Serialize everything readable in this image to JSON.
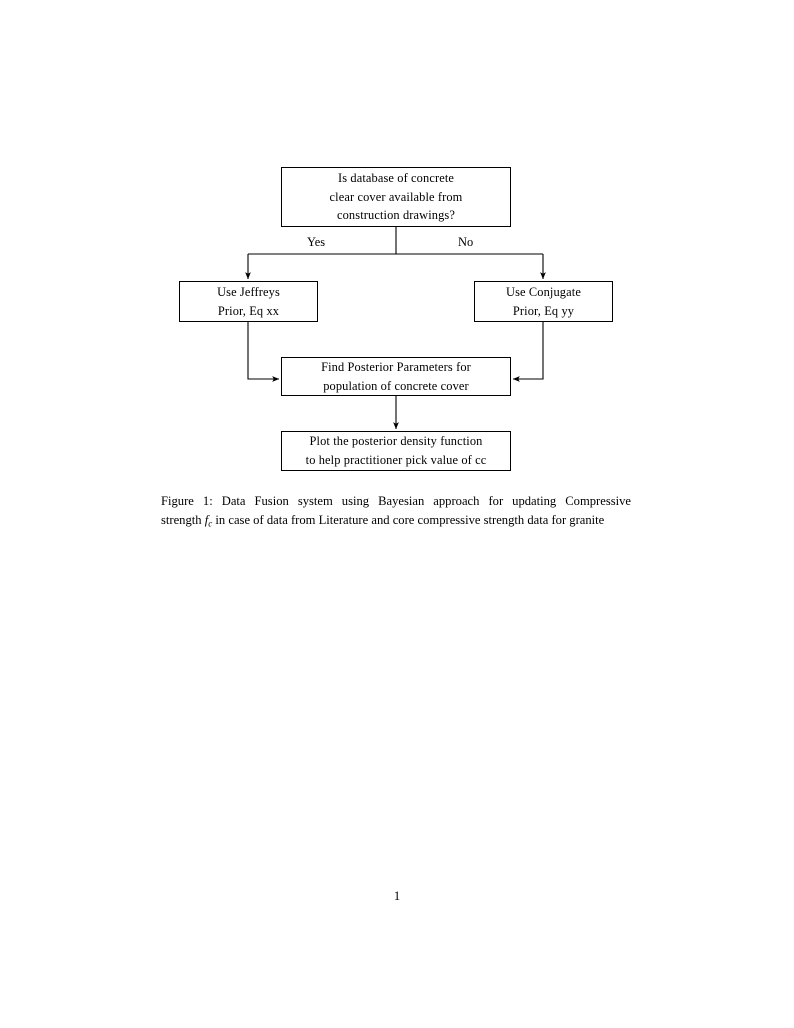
{
  "page": {
    "background_color": "#ffffff",
    "ink_color": "#000000",
    "page_number": "1"
  },
  "figure": {
    "diagram_type": "flowchart",
    "nodes": [
      {
        "id": "question",
        "lines": [
          "Is database of concrete",
          "clear cover available from",
          "construction drawings?"
        ],
        "shape": "rectangle"
      },
      {
        "id": "jeffreys",
        "lines": [
          "Use Jeffreys",
          "Prior, Eq xx"
        ],
        "shape": "rectangle"
      },
      {
        "id": "conjugate",
        "lines": [
          "Use Conjugate",
          "Prior, Eq yy"
        ],
        "shape": "rectangle"
      },
      {
        "id": "posterior",
        "lines": [
          "Find Posterior Parameters for",
          "population of concrete cover"
        ],
        "shape": "rectangle"
      },
      {
        "id": "plot",
        "lines": [
          "Plot the posterior density function",
          "to help practitioner pick value of cc"
        ],
        "shape": "rectangle"
      }
    ],
    "edge_labels": {
      "yes": "Yes",
      "no": "No"
    },
    "edges": [
      {
        "from": "question",
        "to": "jeffreys",
        "label": "Yes"
      },
      {
        "from": "question",
        "to": "conjugate",
        "label": "No"
      },
      {
        "from": "jeffreys",
        "to": "posterior",
        "label": ""
      },
      {
        "from": "conjugate",
        "to": "posterior",
        "label": ""
      },
      {
        "from": "posterior",
        "to": "plot",
        "label": ""
      }
    ]
  },
  "caption": {
    "label": "Figure 1:",
    "text_part_1": "Data Fusion system using Bayesian approach for updating Compressive strength",
    "math_variable": "f",
    "math_subscript": "c",
    "text_part_2": "in case of data from Literature and core compressive strength data for granite"
  }
}
